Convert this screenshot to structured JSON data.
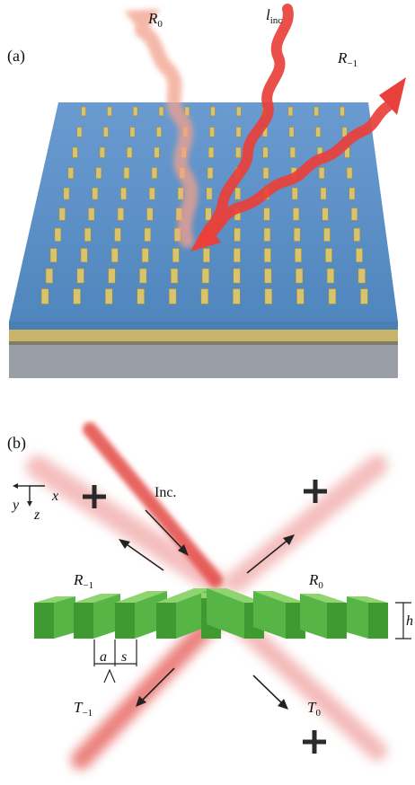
{
  "panel_a": {
    "label": "(a)",
    "incident": {
      "base": "l",
      "sub": "inc"
    },
    "r0": {
      "base": "R",
      "sub": "0"
    },
    "rm1": {
      "base": "R",
      "sub": "−1"
    }
  },
  "panel_b": {
    "label": "(b)",
    "axis_y": "y",
    "axis_x": "x",
    "axis_z": "z",
    "inc": "Inc.",
    "rm1": {
      "base": "R",
      "sub": "−1"
    },
    "r0": {
      "base": "R",
      "sub": "0"
    },
    "tm1": {
      "base": "T",
      "sub": "−1"
    },
    "t0": {
      "base": "T",
      "sub": "0"
    },
    "dim_a": "a",
    "dim_s": "s",
    "dim_lambda": "Λ",
    "dim_h": "h"
  },
  "colors": {
    "substrate_top": "#5a8fc4",
    "gold_layer": "#c8b46a",
    "bottom_layer": "#9a9ea6",
    "rod": "#d9c46e",
    "beam": "#e8403a",
    "grating": "#4fae3d"
  }
}
